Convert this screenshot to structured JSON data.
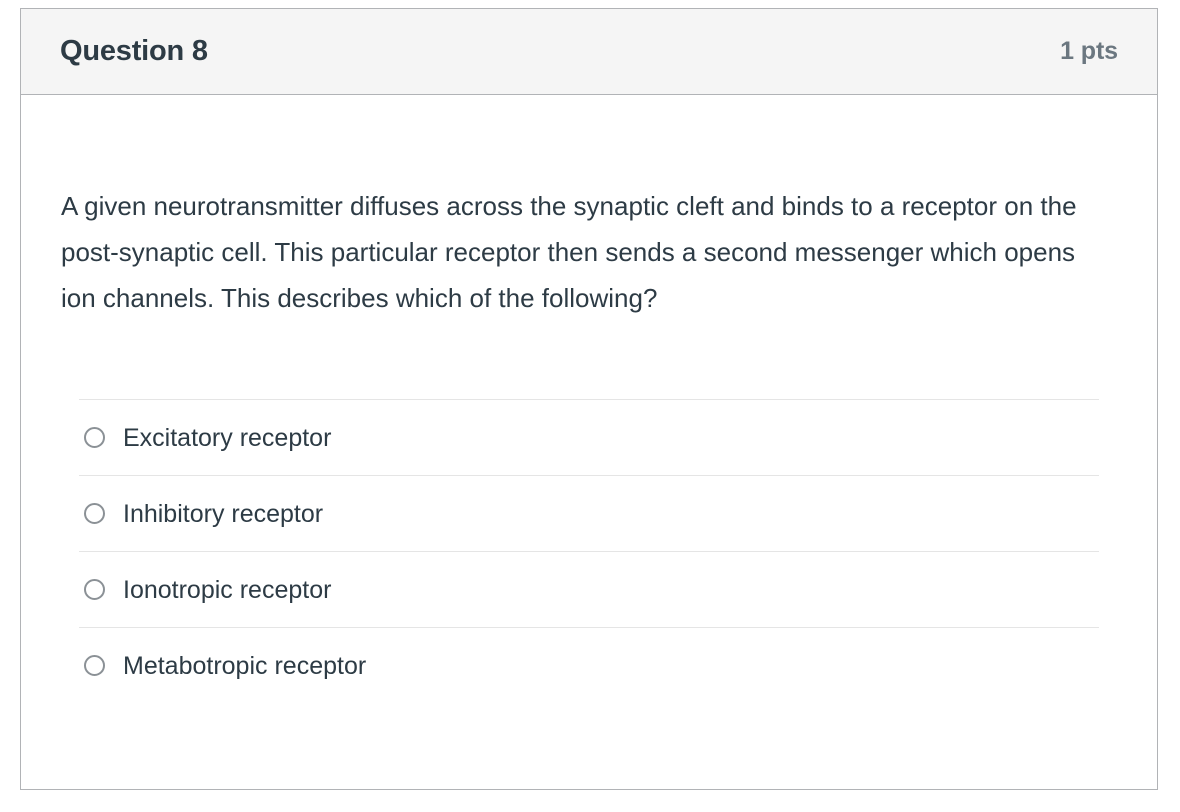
{
  "question": {
    "header": {
      "title": "Question 8",
      "points": "1 pts"
    },
    "prompt": "A given neurotransmitter diffuses across the synaptic cleft and binds to a receptor on the post-synaptic cell. This particular receptor then sends a second messenger which opens ion channels. This describes which of the following?",
    "answers": [
      {
        "label": "Excitatory receptor",
        "selected": false
      },
      {
        "label": "Inhibitory receptor",
        "selected": false
      },
      {
        "label": "Ionotropic receptor",
        "selected": false
      },
      {
        "label": "Metabotropic receptor",
        "selected": false
      }
    ]
  },
  "colors": {
    "header_background": "#f5f5f5",
    "card_border": "#b1b3b6",
    "text_primary": "#2d3b45",
    "text_muted": "#6b7780",
    "divider": "#e5e5e5",
    "radio_border": "#8b9196"
  }
}
